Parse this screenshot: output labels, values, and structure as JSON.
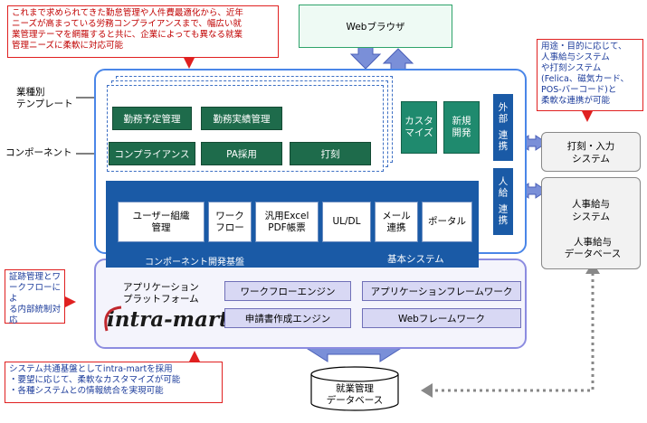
{
  "callouts": {
    "top_left": "これまで求められてきた勤怠管理や人件費最適化から、近年\nニーズが高まっている労務コンプライアンスまで、幅広い就\n業管理テーマを網羅すると共に、企業によっても異なる就業\n管理ニーズに柔軟に対応可能",
    "top_right": "用途・目的に応じて、\n人事給与システム\nや打刻システム\n(Felica、磁気カード、\nPOS-バーコード)と\n柔軟な連携が可能",
    "left_middle": "証跡管理とワ\nークフローによ\nる内部統制対\n応",
    "bottom_left": "システム共通基盤としてintra-martを採用\n・要望に応じて、柔軟なカスタマイズが可能\n・各種システムとの情報統合を実現可能"
  },
  "web_browser": "Webブラウザ",
  "side_labels": {
    "template": "業種別\nテンプレート",
    "component": "コンポーネント"
  },
  "templates": [
    "勤務予定管理",
    "勤務実績管理",
    "コンプライアンス",
    "PA採用",
    "打刻"
  ],
  "customize": [
    "カスタ\nマイズ",
    "新規\n開発"
  ],
  "linkage": [
    "外部\n連携",
    "人給\n連携"
  ],
  "components": [
    "ユーザー組織\n管理",
    "ワーク\nフロー",
    "汎用Excel\nPDF帳票",
    "UL/DL",
    "メール\n連携",
    "ポータル"
  ],
  "platform": {
    "component_base": "コンポーネント開発基盤",
    "basic_system": "基本システム"
  },
  "app_platform": {
    "label": "アプリケーション\nプラットフォーム",
    "logo": "intra-mart",
    "engines": [
      "ワークフローエンジン",
      "アプリケーションフレームワーク",
      "申請書作成エンジン",
      "Webフレームワーク"
    ]
  },
  "external": {
    "stamp_system": "打刻・入力\nシステム",
    "hr_system": "人事給与\nシステム",
    "hr_db": "人事給与\nデータベース"
  },
  "work_db": "就業管理\nデータベース",
  "colors": {
    "accent_blue": "#4a86e8",
    "green": "#1e6b4b",
    "navy": "#1a5aa6",
    "red": "#e02020"
  }
}
